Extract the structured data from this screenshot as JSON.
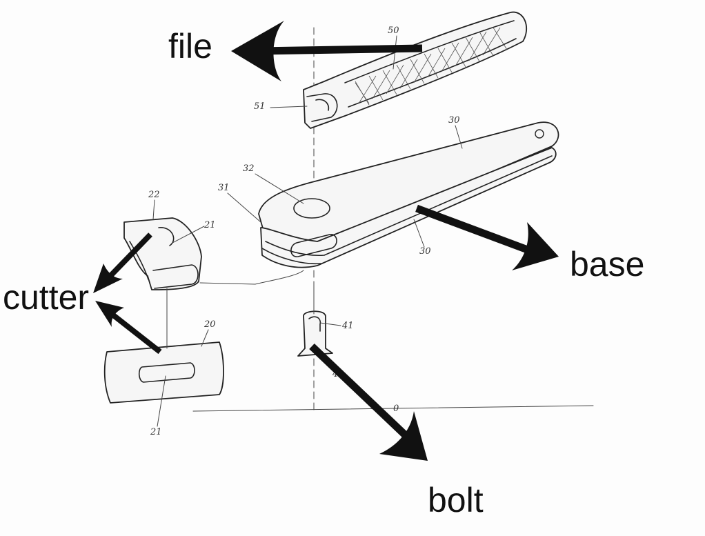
{
  "callouts": {
    "file": "file",
    "base": "base",
    "cutter": "cutter",
    "bolt": "bolt"
  },
  "reference_numerals": {
    "n50": "50",
    "n51": "51",
    "n30_top": "30",
    "n30_bottom": "30",
    "n32": "32",
    "n31": "31",
    "n22": "22",
    "n21_top": "21",
    "n20": "20",
    "n21_bottom": "21",
    "n41": "41",
    "n40": "40",
    "n0": "0"
  },
  "colors": {
    "arrow": "#111111",
    "drawing_line": "#222222",
    "background": "#fdfdfd"
  }
}
